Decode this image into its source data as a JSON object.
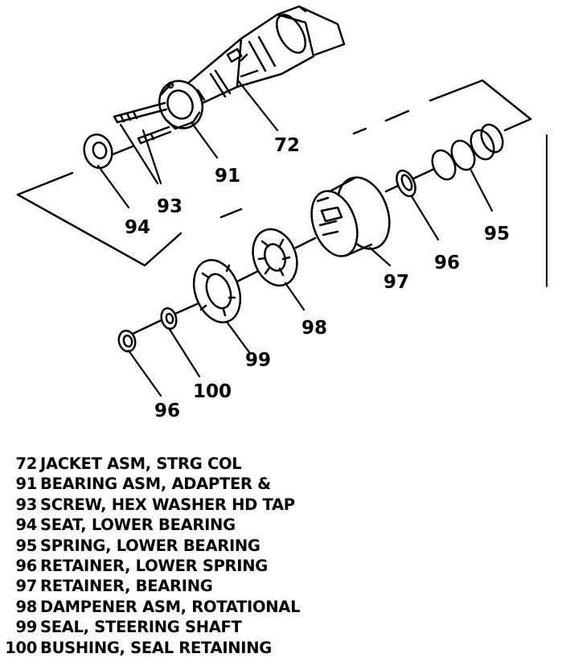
{
  "callouts": {
    "c72": "72",
    "c91": "91",
    "c93": "93",
    "c94": "94",
    "c95": "95",
    "c96a": "96",
    "c96b": "96",
    "c97": "97",
    "c98": "98",
    "c99": "99",
    "c100": "100"
  },
  "legend": [
    {
      "number": "72",
      "description": "JACKET ASM, STRG COL"
    },
    {
      "number": "91",
      "description": "BEARING ASM, ADAPTER &"
    },
    {
      "number": "93",
      "description": "SCREW, HEX WASHER HD TAP"
    },
    {
      "number": "94",
      "description": "SEAT, LOWER BEARING"
    },
    {
      "number": "95",
      "description": "SPRING, LOWER BEARING"
    },
    {
      "number": "96",
      "description": "RETAINER, LOWER SPRING"
    },
    {
      "number": "97",
      "description": "RETAINER, BEARING"
    },
    {
      "number": "98",
      "description": "DAMPENER ASM, ROTATIONAL"
    },
    {
      "number": "99",
      "description": "SEAL, STEERING SHAFT"
    },
    {
      "number": "100",
      "description": "BUSHING, SEAL RETAINING"
    }
  ]
}
